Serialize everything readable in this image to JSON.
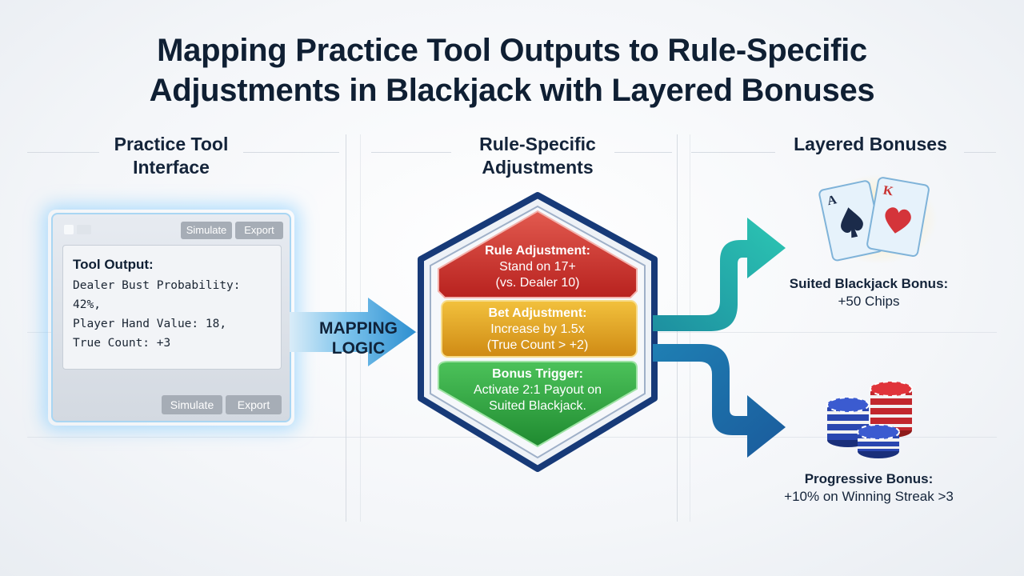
{
  "title": {
    "line1": "Mapping Practice Tool Outputs to Rule-Specific",
    "line2": "Adjustments in Blackjack with Layered Bonuses"
  },
  "columns": {
    "left": {
      "line1": "Practice Tool",
      "line2": "Interface"
    },
    "middle": {
      "line1": "Rule-Specific",
      "line2": "Adjustments"
    },
    "right": {
      "line1": "Layered Bonuses"
    }
  },
  "tool": {
    "top_buttons": {
      "simulate": "Simulate",
      "export": "Export"
    },
    "bottom_buttons": {
      "simulate": "Simulate",
      "export": "Export"
    },
    "output_title": "Tool Output:",
    "lines": [
      "Dealer Bust Probability: 42%,",
      "Player Hand Value: 18,",
      "True Count: +3"
    ]
  },
  "mapping": {
    "line1": "MAPPING",
    "line2": "LOGIC"
  },
  "adjustments": {
    "rule": {
      "head": "Rule Adjustment:",
      "line1": "Stand on 17+",
      "line2": "(vs. Dealer 10)",
      "color": "#c8302f"
    },
    "bet": {
      "head": "Bet Adjustment:",
      "line1": "Increase by 1.5x",
      "line2": "(True Count > +2)",
      "color": "#d99a1c"
    },
    "bonus": {
      "head": "Bonus Trigger:",
      "line1": "Activate 2:1 Payout on",
      "line2": "Suited Blackjack.",
      "color": "#2e9a3c"
    }
  },
  "bonuses": {
    "suited": {
      "head": "Suited Blackjack Bonus:",
      "value": "+50 Chips",
      "card1_rank": "A",
      "card2_rank": "K"
    },
    "progressive": {
      "head": "Progressive Bonus:",
      "value": "+10% on Winning Streak >3"
    }
  },
  "colors": {
    "teal_arrow": "#22b7ae",
    "blue_arrow": "#1f6aa8",
    "hex_border": "#173a78"
  }
}
